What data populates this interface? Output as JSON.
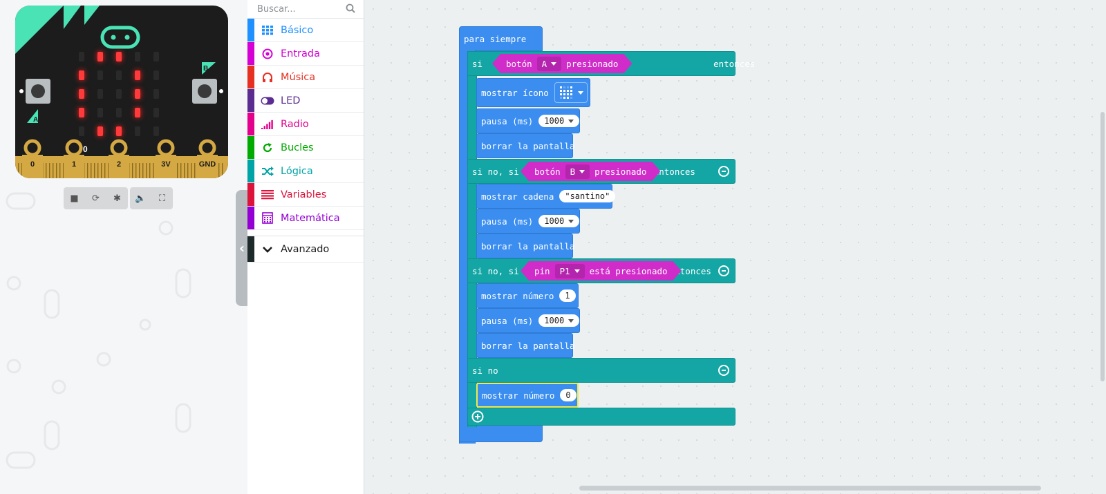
{
  "simulator": {
    "display_number": "0",
    "pins": [
      "0",
      "1",
      "2",
      "3V",
      "GND"
    ],
    "button_a": "A",
    "button_b": "B",
    "controls": [
      "stop-icon",
      "restart-icon",
      "debug-icon",
      "mute-icon",
      "fullscreen-icon"
    ]
  },
  "toolbox": {
    "search_placeholder": "Buscar...",
    "categories": [
      {
        "label": "Básico",
        "color": "#1e90ff",
        "icon": "grid-icon"
      },
      {
        "label": "Entrada",
        "color": "#d400d4",
        "icon": "target-icon"
      },
      {
        "label": "Música",
        "color": "#e63022",
        "icon": "headphones-icon"
      },
      {
        "label": "LED",
        "color": "#5c2d91",
        "icon": "toggle-icon"
      },
      {
        "label": "Radio",
        "color": "#e3008c",
        "icon": "signal-icon"
      },
      {
        "label": "Bucles",
        "color": "#00aa00",
        "icon": "loop-icon"
      },
      {
        "label": "Lógica",
        "color": "#00a4a6",
        "icon": "shuffle-icon"
      },
      {
        "label": "Variables",
        "color": "#dc143c",
        "icon": "lines-icon"
      },
      {
        "label": "Matemática",
        "color": "#9400d3",
        "icon": "calculator-icon"
      }
    ],
    "advanced": {
      "label": "Avanzado",
      "color": "#1c2a2a"
    }
  },
  "program": {
    "forever": "para siempre",
    "if_kw": "si",
    "elseif_kw": "si no, si",
    "else_kw": "si no",
    "then_kw": "entonces",
    "cond1": {
      "pre": "botón",
      "value": "A",
      "post": "presionado"
    },
    "cond2": {
      "pre": "botón",
      "value": "B",
      "post": "presionado"
    },
    "cond3": {
      "pre": "pin",
      "value": "P1",
      "post": "está presionado"
    },
    "show_icon": "mostrar ícono",
    "pause": "pausa (ms)",
    "pause_value": "1000",
    "clear": "borrar la pantalla",
    "show_string": "mostrar cadena",
    "string_value": "\"santino\"",
    "show_number": "mostrar número",
    "number1": "1",
    "number2": "0"
  }
}
